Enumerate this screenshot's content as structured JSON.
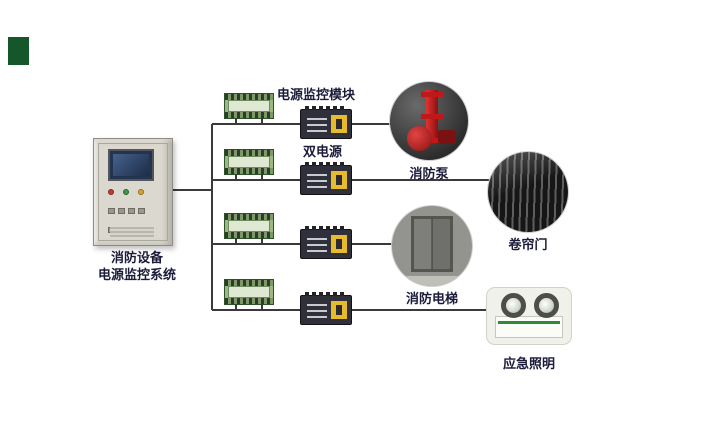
{
  "diagram": {
    "title_lines": [
      "消防设备",
      "电源监控系统"
    ],
    "module_label": "电源监控模块",
    "dual_power_label": "双电源",
    "equipment": [
      {
        "id": "fire-pump",
        "label": "消防泵"
      },
      {
        "id": "roller-door",
        "label": "卷帘门"
      },
      {
        "id": "fire-elevator",
        "label": "消防电梯"
      },
      {
        "id": "emergency-lighting",
        "label": "应急照明"
      }
    ],
    "colors": {
      "background": "#ffffff",
      "logo_green": "#15572b",
      "wire_line": "#3a3a3a",
      "label_text": "#1b1b3a",
      "module_green": "#9cb883",
      "ats_body": "#30303a",
      "ats_yellow": "#e6bc2c",
      "pump_red": "#c01818",
      "emergency_green": "#2e8b3a"
    }
  }
}
